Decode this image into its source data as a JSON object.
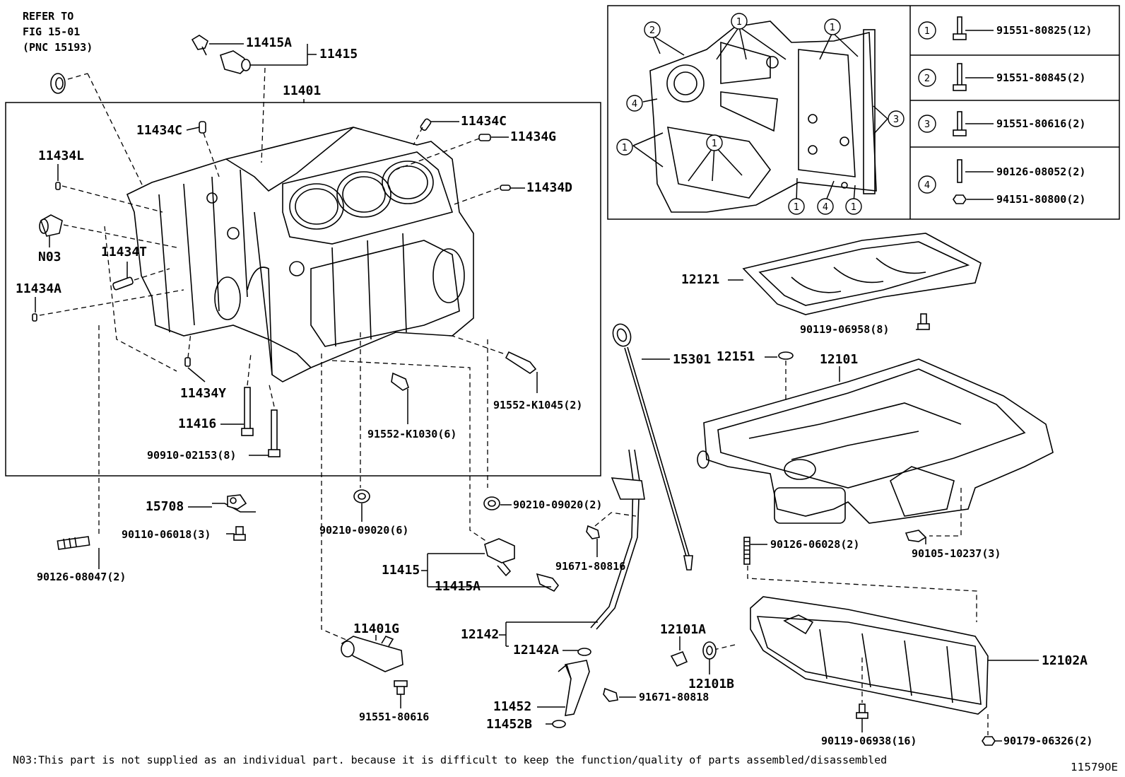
{
  "refer": {
    "line1": "REFER TO",
    "line2": "FIG 15-01",
    "line3": "(PNC 15193)"
  },
  "labels": {
    "p11415A_top": "11415A",
    "p11415_top": "11415",
    "p11401": "11401",
    "p11434C_left": "11434C",
    "p11434C_right": "11434C",
    "p11434G": "11434G",
    "p11434L": "11434L",
    "p11434D": "11434D",
    "pN03": "N03",
    "p11434T": "11434T",
    "p11434A": "11434A",
    "p11434Y": "11434Y",
    "p11416": "11416",
    "p90910": "90910-02153(8)",
    "p91552_1030": "91552-K1030(6)",
    "p91552_1045": "91552-K1045(2)",
    "p15708": "15708",
    "p90110": "90110-06018(3)",
    "p90126_08047": "90126-08047(2)",
    "p90210_6": "90210-09020(6)",
    "p90210_2": "90210-09020(2)",
    "p11415_bot": "11415",
    "p11415A_bot": "11415A",
    "p91671_80816": "91671-80816",
    "p11401G": "11401G",
    "p91551_80616": "91551-80616",
    "p12142": "12142",
    "p12142A": "12142A",
    "p11452": "11452",
    "p11452B": "11452B",
    "p91671_80818": "91671-80818",
    "p15301": "15301",
    "p12151": "12151",
    "p12101": "12101",
    "p12121": "12121",
    "p90119_06958": "90119-06958(8)",
    "p90126_06028": "90126-06028(2)",
    "p90105": "90105-10237(3)",
    "p12101A": "12101A",
    "p12101B": "12101B",
    "p12102A": "12102A",
    "p90119_06938": "90119-06938(16)",
    "p90179": "90179-06326(2)"
  },
  "bolt_table": [
    {
      "num": "1",
      "parts": [
        "91551-80825(12)"
      ]
    },
    {
      "num": "2",
      "parts": [
        "91551-80845(2)"
      ]
    },
    {
      "num": "3",
      "parts": [
        "91551-80616(2)"
      ]
    },
    {
      "num": "4",
      "parts": [
        "90126-08052(2)",
        "94151-80800(2)"
      ]
    }
  ],
  "inset_markers": [
    "2",
    "1",
    "1",
    "4",
    "3",
    "1",
    "1",
    "1",
    "4",
    "1"
  ],
  "footnote": "N03:This part is not supplied as an individual part. because it is difficult to keep the function/quality of parts assembled/disassembled",
  "figure_id": "115790E"
}
